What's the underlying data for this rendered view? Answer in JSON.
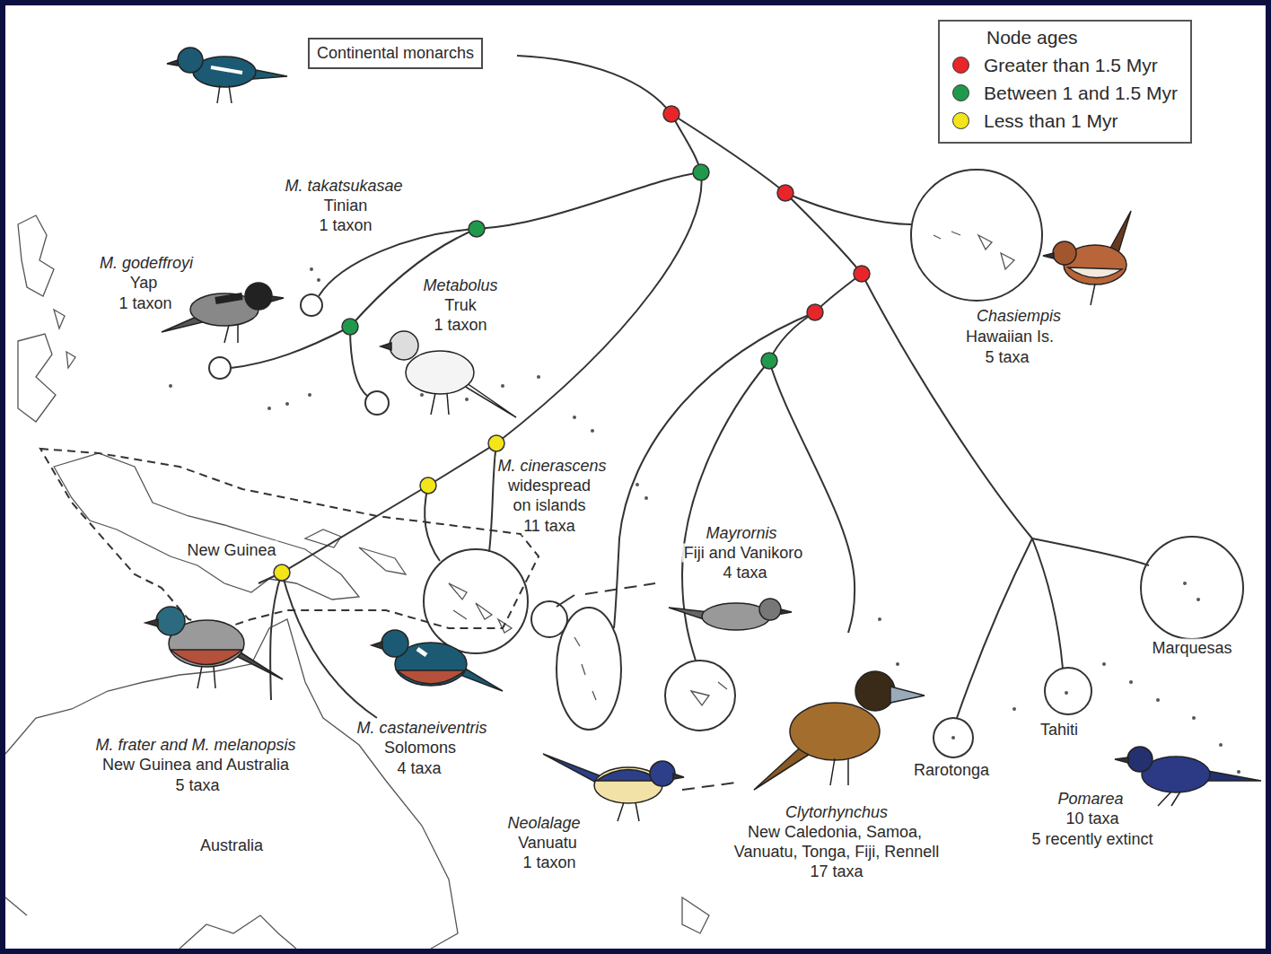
{
  "diagram": {
    "nodes": [
      {
        "text": [
          "Continental monarchs"
        ]
      }
    ],
    "labels": [
      "Node ages",
      "M. takatsukasae",
      "Tinian",
      "1 taxon",
      "M. godeffroyi",
      "Yap",
      "1 taxon",
      "Metabolus",
      "Truk",
      "1 taxon",
      "M. cinerascens",
      "widespread",
      "on islands",
      "11 taxa",
      "Mayrornis",
      "Fiji and Vanikoro",
      "4 taxa",
      "Chasiempis",
      "Hawaiian Is.",
      "5 taxa",
      "New Guinea",
      "M. frater and M. melanopsis",
      "New Guinea and Australia",
      "5 taxa",
      "M. castaneiventris",
      "Solomons",
      "4 taxa",
      "Neolalage",
      "Vanuatu",
      "1 taxon",
      "Clytorhynchus",
      "New Caledonia, Samoa,",
      "Vanuatu, Tonga, Fiji, Rennell",
      "17 taxa",
      "Rarotonga",
      "Tahiti",
      "Marquesas",
      "Pomarea",
      "10 taxa",
      "5 recently extinct",
      "Australia"
    ],
    "legend": [
      {
        "text": "Greater than 1.5 Myr",
        "color": "#e8262a"
      },
      {
        "text": "Between 1 and 1.5 Myr",
        "color": "#1f9a4c"
      },
      {
        "text": "Less than 1 Myr",
        "color": "#f3e51a"
      }
    ]
  }
}
